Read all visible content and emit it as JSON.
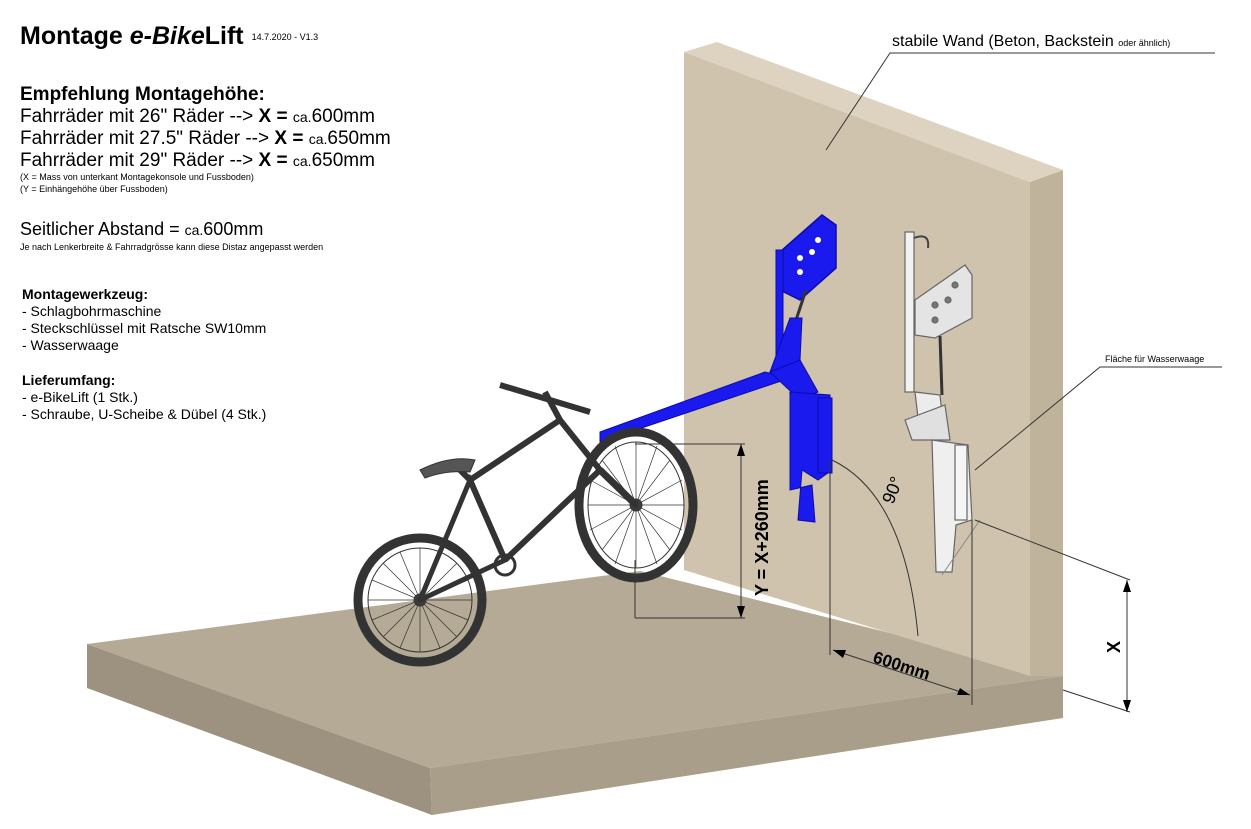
{
  "title": {
    "prefix": "Montage ",
    "brand_italic": "e-Bike",
    "brand_suffix": "Lift",
    "version": "14.7.2020 - V1.3"
  },
  "recommendation": {
    "heading": "Empfehlung Montagehöhe:",
    "lines": [
      {
        "text": "Fahrräder mit 26\" Räder --> ",
        "var": "X",
        "eq": " = ",
        "ca": "ca.",
        "value": "600mm"
      },
      {
        "text": "Fahrräder mit 27.5\" Räder --> ",
        "var": "X",
        "eq": " = ",
        "ca": "ca.",
        "value": "650mm"
      },
      {
        "text": "Fahrräder mit 29\" Räder --> ",
        "var": "X",
        "eq": " = ",
        "ca": "ca.",
        "value": "650mm"
      }
    ],
    "notes": [
      "(X = Mass von unterkant Montagekonsole und Fussboden)",
      "(Y = Einhängehöhe über Fussboden)"
    ]
  },
  "side_distance": {
    "label": "Seitlicher Abstand = ",
    "ca": "ca.",
    "value": "600mm",
    "note": "Je nach Lenkerbreite & Fahrradgrösse kann diese Distaz angepasst werden"
  },
  "tools": {
    "heading": "Montagewerkzeug:",
    "items": [
      "- Schlagbohrmaschine",
      "- Steckschlüssel mit Ratsche SW10mm",
      "- Wasserwaage"
    ]
  },
  "delivery": {
    "heading": "Lieferumfang:",
    "items": [
      "- e-BikeLift (1 Stk.)",
      "- Schraube, U-Scheibe & Dübel (4 Stk.)"
    ]
  },
  "diagram": {
    "wall_label": "stabile Wand (Beton, Backstein ",
    "wall_label_small": "oder ähnlich)",
    "level_label": "Fläche für Wasserwaage",
    "dim_y": "Y = X+260mm",
    "dim_x": "X",
    "dim_side": "600mm",
    "angle": "90°",
    "colors": {
      "wall": "#cfc3ad",
      "wall_side": "#bfb39c",
      "floor": "#b4aa96",
      "floor_edge": "#9c927f",
      "lift": "#1a1aee",
      "lift_dark": "#0c0ca8"
    }
  }
}
